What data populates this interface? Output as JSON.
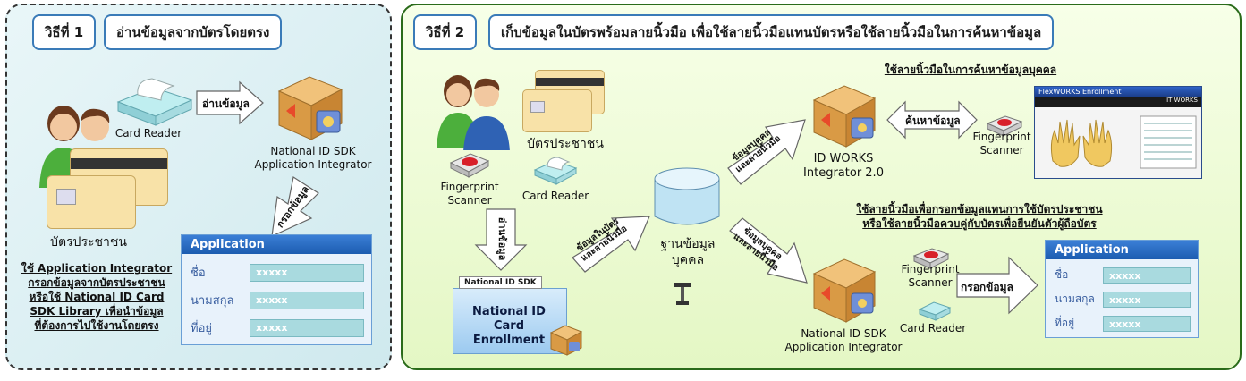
{
  "method1": {
    "tag": "วิธีที่ 1",
    "title": "อ่านข้อมูลจากบัตรโดยตรง",
    "card_reader_label": "Card Reader",
    "id_card_label": "บัตรประชาชน",
    "read_arrow_label": "อ่านข้อมูล",
    "fill_arrow_label": "กรอกข้อมูล",
    "integrator_label": "National ID SDK\nApplication Integrator",
    "note": [
      "ใช้ Application Integrator",
      "กรอกข้อมูลจากบัตรประชาชน",
      "หรือใช้ National ID Card",
      "SDK Library เพื่อนำข้อมูล",
      "ที่ต้องการไปใช้งานโดยตรง"
    ],
    "form": {
      "title": "Application",
      "rows": [
        {
          "label": "ชื่อ",
          "value": "xxxxx"
        },
        {
          "label": "นามสกุล",
          "value": "xxxxx"
        },
        {
          "label": "ที่อยู่",
          "value": "xxxxx"
        }
      ]
    }
  },
  "method2": {
    "tag": "วิธีที่ 2",
    "title": "เก็บข้อมูลในบัตรพร้อมลายนิ้วมือ เพื่อใช้ลายนิ้วมือแทนบัตรหรือใช้ลายนิ้วมือในการค้นหาข้อมูล",
    "id_card_label": "บัตรประชาชน",
    "fingerprint_label": "Fingerprint\nScanner",
    "card_reader_label": "Card Reader",
    "read_arrow_label": "อ่านข้อมูล",
    "enroll_tag": "National ID SDK",
    "enroll_title": "National ID Card\nEnrollment",
    "store_arrow_label": "ข้อมูลในบัตร\nและลายนิ้วมือ",
    "db_label": "ฐานข้อมูล\nบุคคล",
    "db_to_top_label": "ข้อมูลบุคคล\nและลายนิ้วมือ",
    "db_to_bottom_label": "ข้อมูลบุคคล\nและลายนิ้วมือ",
    "top_heading": "ใช้ลายนิ้วมือในการค้นหาข้อมูลบุคคล",
    "top_integrator_label": "ID WORKS\nIntegrator 2.0",
    "search_arrow_label": "ค้นหาข้อมูล",
    "top_fingerprint_label": "Fingerprint\nScanner",
    "bottom_heading": [
      "ใช้ลายนิ้วมือเพื่อกรอกข้อมูลแทนการใช้บัตรประชาชน",
      "หรือใช้ลายนิ้วมือควบคู่กับบัตรเพื่อยืนยันตัวผู้ถือบัตร"
    ],
    "bottom_integrator_label": "National ID SDK\nApplication Integrator",
    "bottom_fingerprint_label": "Fingerprint\nScanner",
    "bottom_card_reader_label": "Card Reader",
    "fill_arrow_label": "กรอกข้อมูล",
    "sw_title": "FlexWORKS Enrollment",
    "sw_brand": "IT WORKS",
    "form": {
      "title": "Application",
      "rows": [
        {
          "label": "ชื่อ",
          "value": "xxxxx"
        },
        {
          "label": "นามสกุล",
          "value": "xxxxx"
        },
        {
          "label": "ที่อยู่",
          "value": "xxxxx"
        }
      ]
    }
  },
  "colors": {
    "panel1_border": "#333333",
    "panel2_border": "#2a6b1a",
    "method_border": "#3a7bb8",
    "app_header": "#1c5cb0",
    "field_fill": "#a9dadf"
  }
}
